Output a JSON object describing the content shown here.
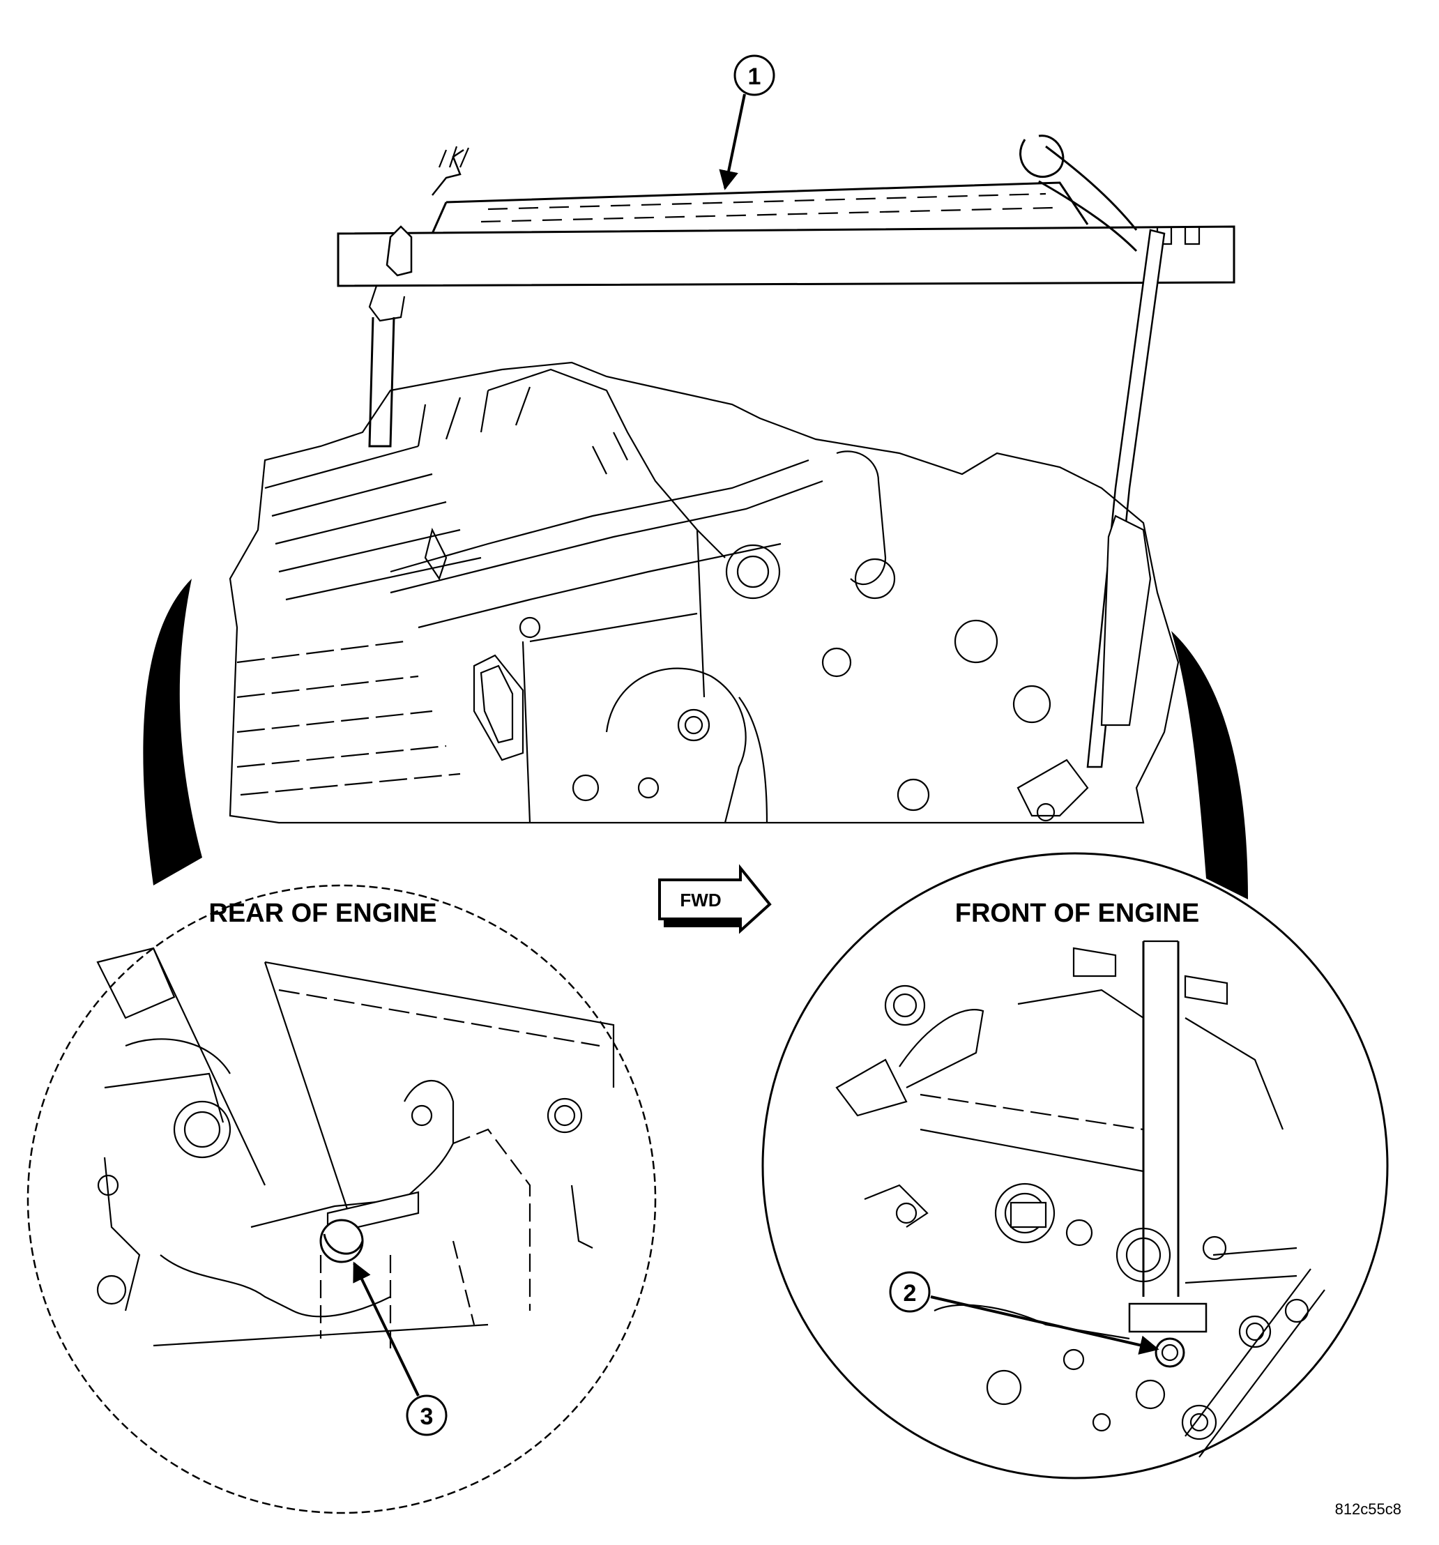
{
  "callouts": [
    {
      "number": "1"
    },
    {
      "number": "2"
    },
    {
      "number": "3"
    }
  ],
  "labels": {
    "rear": "REAR OF ENGINE",
    "front": "FRONT OF ENGINE",
    "direction": "FWD"
  },
  "figure_id": "812c55c8"
}
